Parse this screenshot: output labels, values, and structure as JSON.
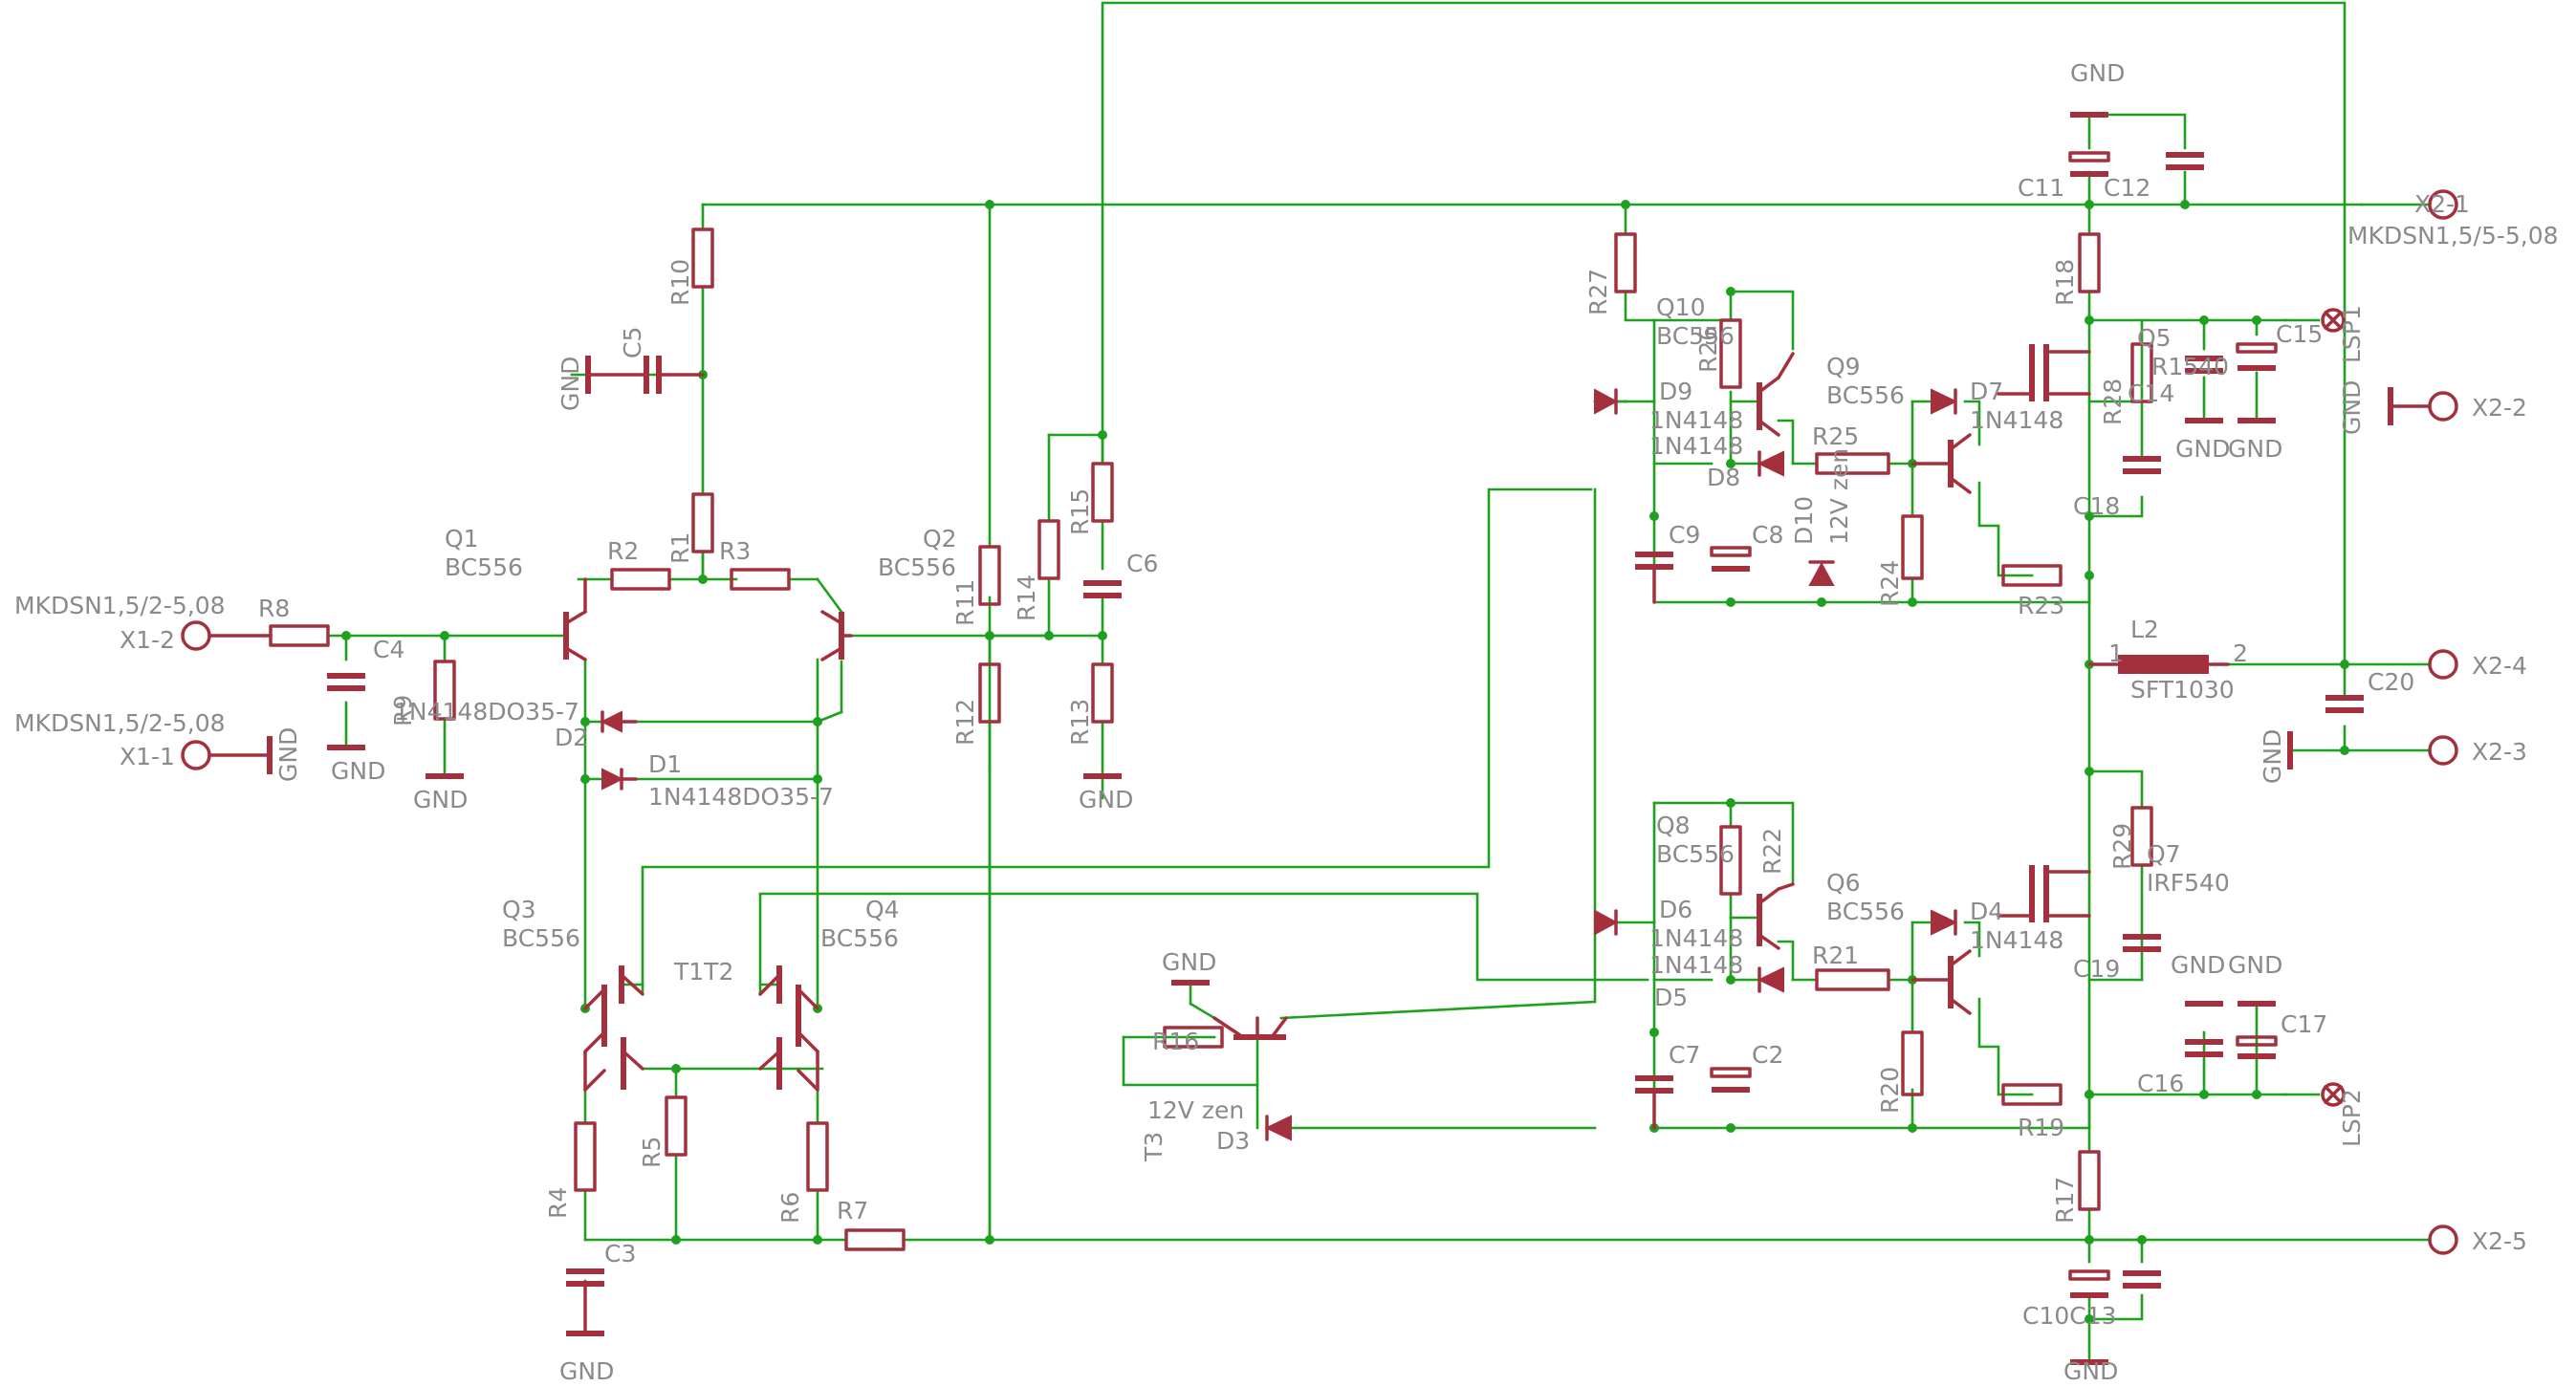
{
  "labels": {
    "con_x12": "X1-2",
    "con_x11": "X1-1",
    "mkds_a": "MKDSN1,5/2-5,08",
    "mkds_b": "MKDSN1,5/2-5,08",
    "x2_1": "X2-1",
    "x2_2": "X2-2",
    "x2_3": "X2-3",
    "x2_4": "X2-4",
    "x2_5": "X2-5",
    "mkds_c": "MKDSN1,5/5-5,08",
    "q1": "Q1",
    "q1v": "BC556",
    "q2": "Q2",
    "q2v": "BC556",
    "q3": "Q3",
    "q3v": "BC556",
    "q4": "Q4",
    "q4v": "BC556",
    "t1t2": "T1T2",
    "r1": "R1",
    "r2": "R2",
    "r3": "R3",
    "r4": "R4",
    "r5": "R5",
    "r6": "R6",
    "r7": "R7",
    "r8": "R8",
    "r9": "R9",
    "r10": "R10",
    "r11": "R11",
    "r12": "R12",
    "r13": "R13",
    "r14": "R14",
    "r15": "R15",
    "r16": "R16",
    "c3": "C3",
    "c4": "C4",
    "c5": "C5",
    "c6": "C6",
    "d1": "D1",
    "d1v": "1N4148DO35-7",
    "d2": "D2",
    "d2v": "1N4148DO35-7",
    "gnd": "GND",
    "t3": "T3",
    "d3": "D3",
    "zen12": "12V zen",
    "q10": "Q10",
    "q10v": "BC556",
    "q9": "Q9",
    "q9v": "BC556",
    "q8": "Q8",
    "q8v": "BC556",
    "q6": "Q6",
    "q6v": "BC556",
    "q5": "Q5",
    "q7": "Q7",
    "q7v": "IRF540",
    "r540": "R1540",
    "d9": "D9",
    "d9v": "1N4148",
    "d8": "D8",
    "d8v": "1N4148",
    "d7": "D7",
    "d7v": "1N4148",
    "d6": "D6",
    "d6v": "1N4148",
    "d5": "D5",
    "d5v": "1N4148",
    "d4": "D4",
    "d4v": "1N4148",
    "d10": "D10",
    "d10v": "12V zen",
    "r17": "R17",
    "r18": "R18",
    "r19": "R19",
    "r20": "R20",
    "r21": "R21",
    "r22": "R22",
    "r23": "R23",
    "r24": "R24",
    "r25": "R25",
    "r26": "R26",
    "r27": "R27",
    "r28": "R28",
    "r29": "R29",
    "c2": "C2",
    "c7": "C7",
    "c8": "C8",
    "c9": "C9",
    "c10c13": "C10C13",
    "c11": "C11",
    "c12": "C12",
    "c14": "C14",
    "c15": "C15",
    "c16": "C16",
    "c17": "C17",
    "c18": "C18",
    "c19": "C19",
    "c20": "C20",
    "l2": "L2",
    "l2v": "SFT1030",
    "pin1": "1",
    "pin2": "2",
    "lsp1": "LSP1",
    "lsp2": "LSP2"
  }
}
